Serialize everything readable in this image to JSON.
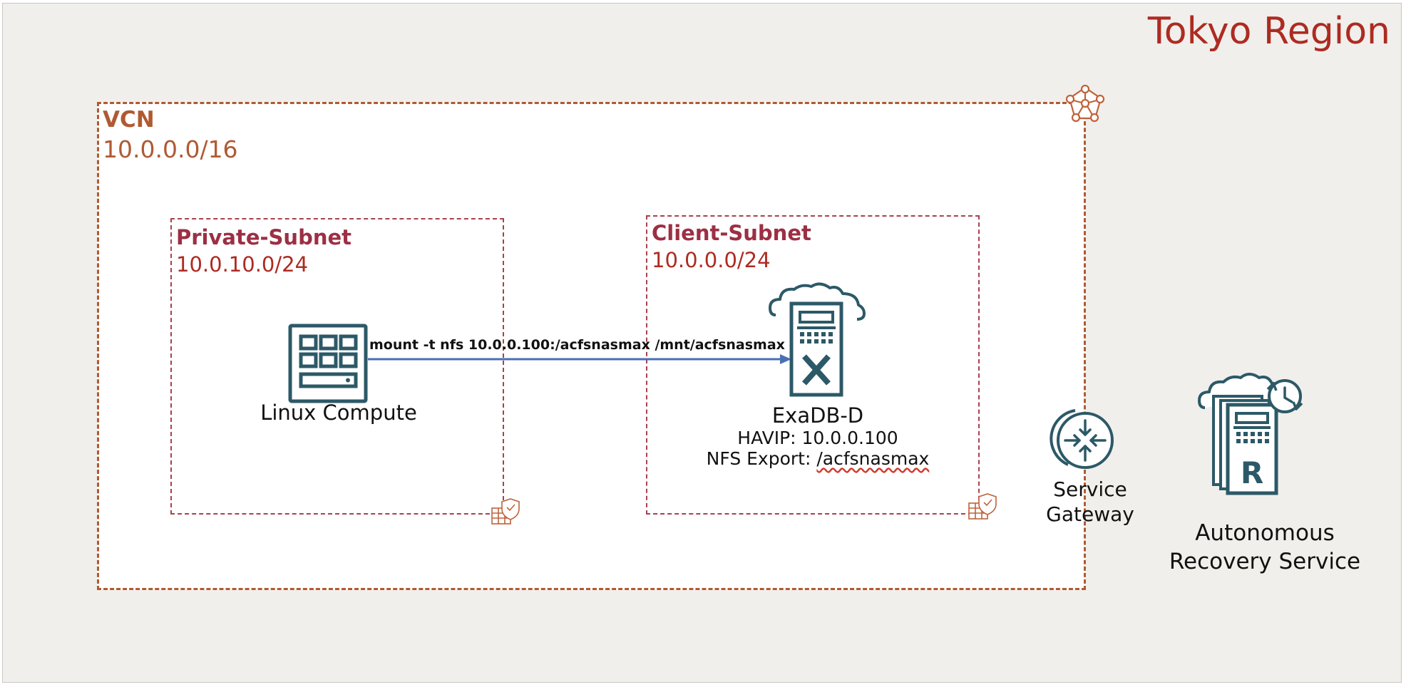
{
  "region": {
    "title": "Tokyo Region"
  },
  "vcn": {
    "title": "VCN",
    "cidr": "10.0.0.0/16"
  },
  "private_subnet": {
    "title": "Private-Subnet",
    "cidr": "10.0.10.0/24"
  },
  "client_subnet": {
    "title": "Client-Subnet",
    "cidr": "10.0.0.0/24"
  },
  "linux_compute": {
    "label": "Linux Compute"
  },
  "connection": {
    "command": "mount -t nfs 10.0.0.100:/acfsnasmax /mnt/acfsnasmax"
  },
  "exadb": {
    "label": "ExaDB-D",
    "havip": "HAVIP: 10.0.0.100",
    "nfs_prefix": "NFS Export: ",
    "nfs_path": "/acfsnasmax"
  },
  "service_gateway": {
    "line1": "Service",
    "line2": "Gateway"
  },
  "recovery_service": {
    "line1": "Autonomous",
    "line2": "Recovery Service"
  },
  "colors": {
    "region_text": "#ad2b22",
    "vcn": "#b05a32",
    "subnet": "#a8414e",
    "icon": "#2c5967",
    "arrow": "#4a6fb5"
  }
}
